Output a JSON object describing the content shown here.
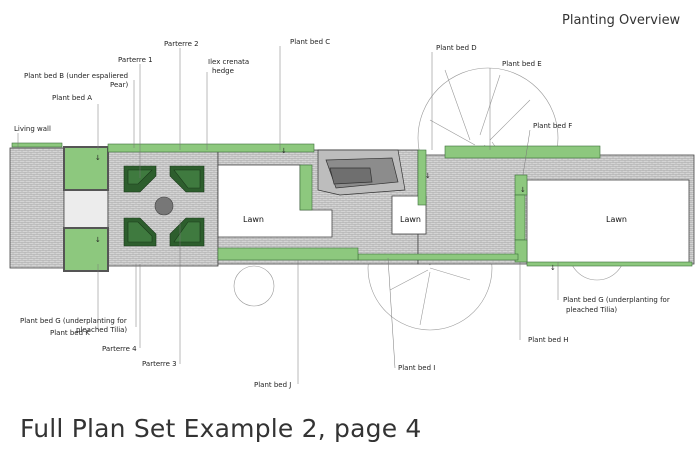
{
  "header": {
    "title": "Planting Overview"
  },
  "footer": {
    "caption": "Full Plan Set Example 2, page 4"
  },
  "colors": {
    "planting": "#8dc87e",
    "hedge": "#2d5e2d",
    "paving": "#d2d2d2",
    "outline": "#555555"
  },
  "labels": {
    "parterre_1": "Parterre 1",
    "parterre_2": "Parterre 2",
    "parterre_3": "Parterre 3",
    "parterre_4": "Parterre 4",
    "ilex_hedge": [
      "Ilex crenata",
      "hedge"
    ],
    "bed_a": "Plant bed A",
    "bed_b": [
      "Plant bed B (under espaliered",
      "Pear)"
    ],
    "bed_c": "Plant bed C",
    "bed_d": "Plant bed D",
    "bed_e": "Plant bed E",
    "bed_f": "Plant bed F",
    "bed_g_left": [
      "Plant bed G (underplanting for",
      "pleached Tilia)"
    ],
    "bed_g_right": [
      "Plant bed G (underplanting for",
      "pleached Tilia)"
    ],
    "bed_h": "Plant bed H",
    "bed_i": "Plant bed I",
    "bed_j": "Plant bed J",
    "bed_k": "Plant bed K",
    "living_wall": "Living wall",
    "lawn": "Lawn"
  }
}
